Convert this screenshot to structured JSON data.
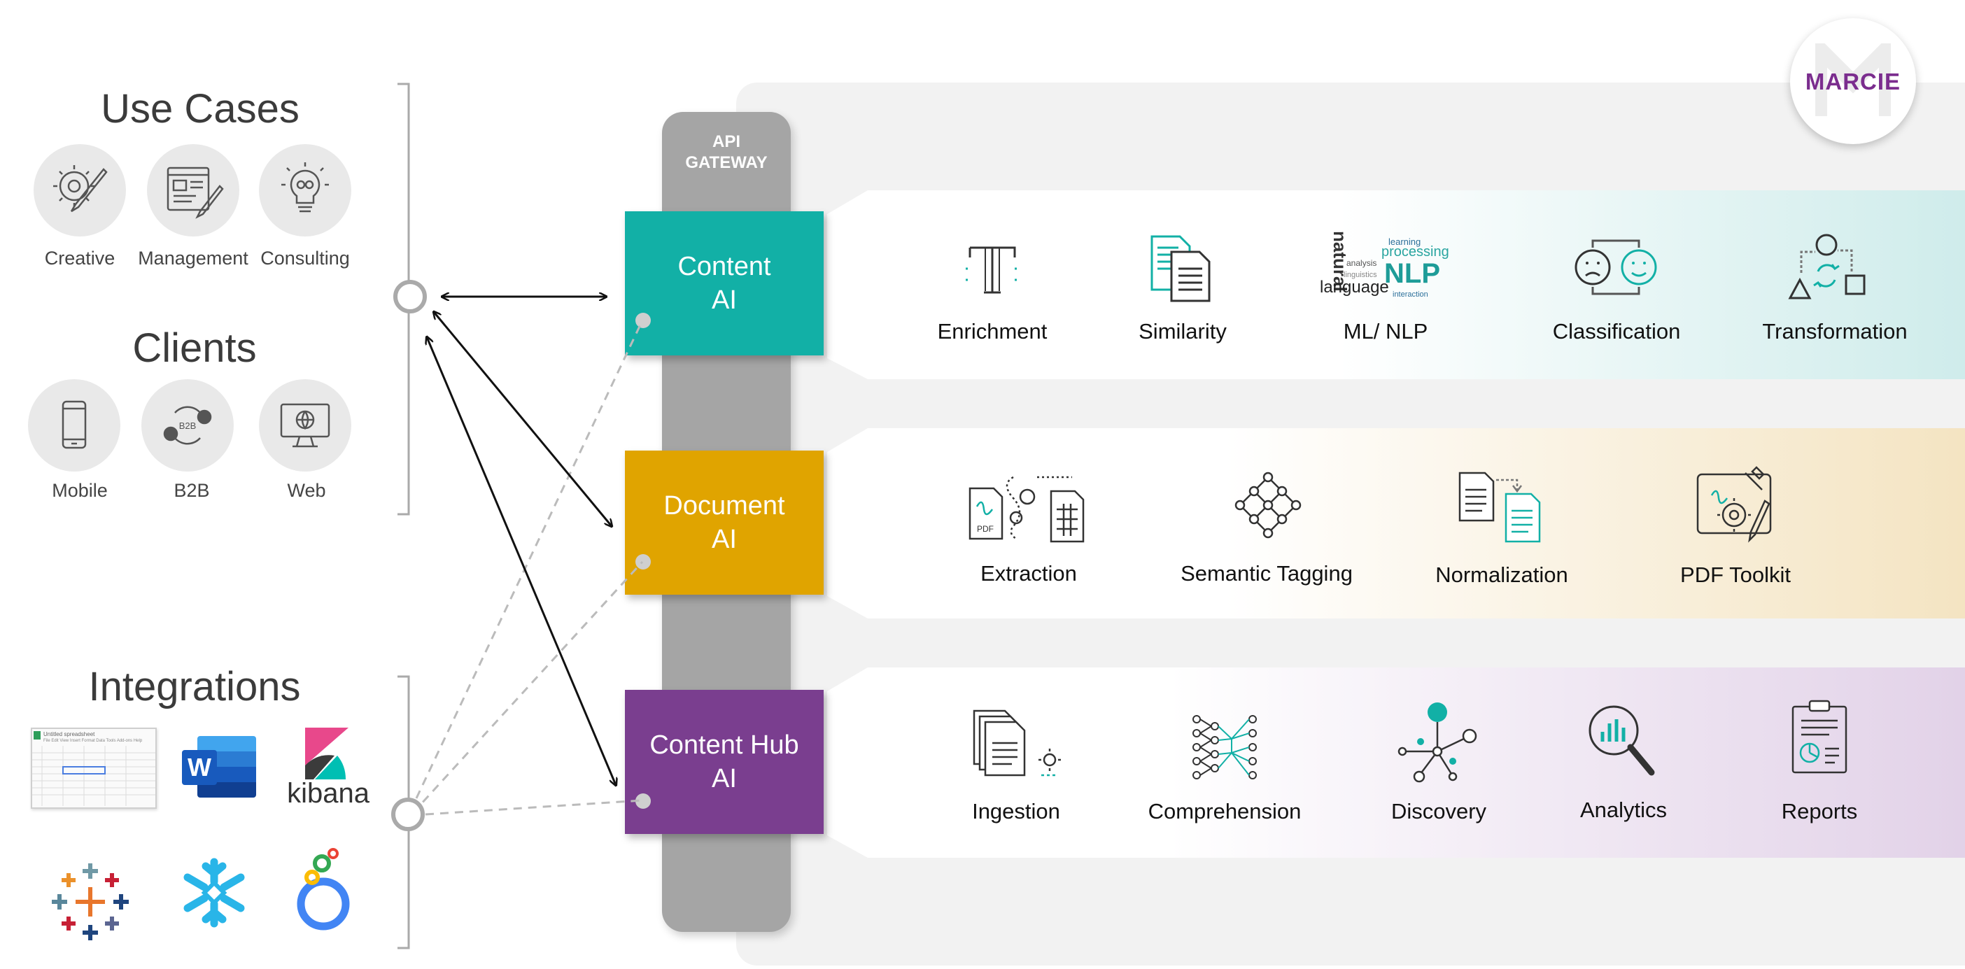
{
  "left": {
    "use_cases": {
      "title": "Use Cases",
      "items": [
        "Creative",
        "Management",
        "Consulting"
      ]
    },
    "clients": {
      "title": "Clients",
      "items": [
        "Mobile",
        "B2B",
        "Web"
      ],
      "b2b_badge": "B2B"
    },
    "integrations": {
      "title": "Integrations",
      "sheet_title": "Untitled spreadsheet",
      "sheet_menu": "File  Edit  View  Insert  Format  Data  Tools  Add-ons  Help",
      "word_letter": "W",
      "kibana_label": "kibana",
      "logos": [
        "google-sheets-icon",
        "microsoft-word-icon",
        "kibana-logo",
        "tableau-icon",
        "snowflake-icon",
        "looker-icon"
      ]
    }
  },
  "gateway": {
    "line1": "API",
    "line2": "GATEWAY"
  },
  "brand": {
    "name": "MARCIE",
    "color": "#7b2d8e"
  },
  "modules": [
    {
      "line1": "Content",
      "line2": "AI",
      "color": "#12b0a6",
      "band_tint": "#d6efee",
      "services": [
        {
          "label": "Enrichment",
          "icon": "typography-t-icon"
        },
        {
          "label": "Similarity",
          "icon": "duplicate-documents-icon"
        },
        {
          "label": "ML/ NLP",
          "icon": "nlp-word-cloud-icon"
        },
        {
          "label": "Classification",
          "icon": "sentiment-faces-icon"
        },
        {
          "label": "Transformation",
          "icon": "shape-transform-icon"
        }
      ]
    },
    {
      "line1": "Document",
      "line2": "AI",
      "color": "#e0a400",
      "band_tint": "#f6e8c9",
      "services": [
        {
          "label": "Extraction",
          "icon": "pdf-to-table-icon"
        },
        {
          "label": "Semantic Tagging",
          "icon": "node-graph-icon"
        },
        {
          "label": "Normalization",
          "icon": "document-convert-icon"
        },
        {
          "label": "PDF Toolkit",
          "icon": "pdf-tools-icon"
        }
      ]
    },
    {
      "line1": "Content Hub",
      "line2": "AI",
      "color": "#7a3e8f",
      "band_tint": "#e5d6ea",
      "services": [
        {
          "label": "Ingestion",
          "icon": "document-stack-gear-icon"
        },
        {
          "label": "Comprehension",
          "icon": "neural-network-icon"
        },
        {
          "label": "Discovery",
          "icon": "hub-network-icon"
        },
        {
          "label": "Analytics",
          "icon": "magnifier-chart-icon"
        },
        {
          "label": "Reports",
          "icon": "clipboard-report-icon"
        }
      ]
    }
  ],
  "nlp_words": [
    "natural",
    "language",
    "processing",
    "NLP",
    "learning",
    "analysis",
    "interaction",
    "linguistics"
  ]
}
